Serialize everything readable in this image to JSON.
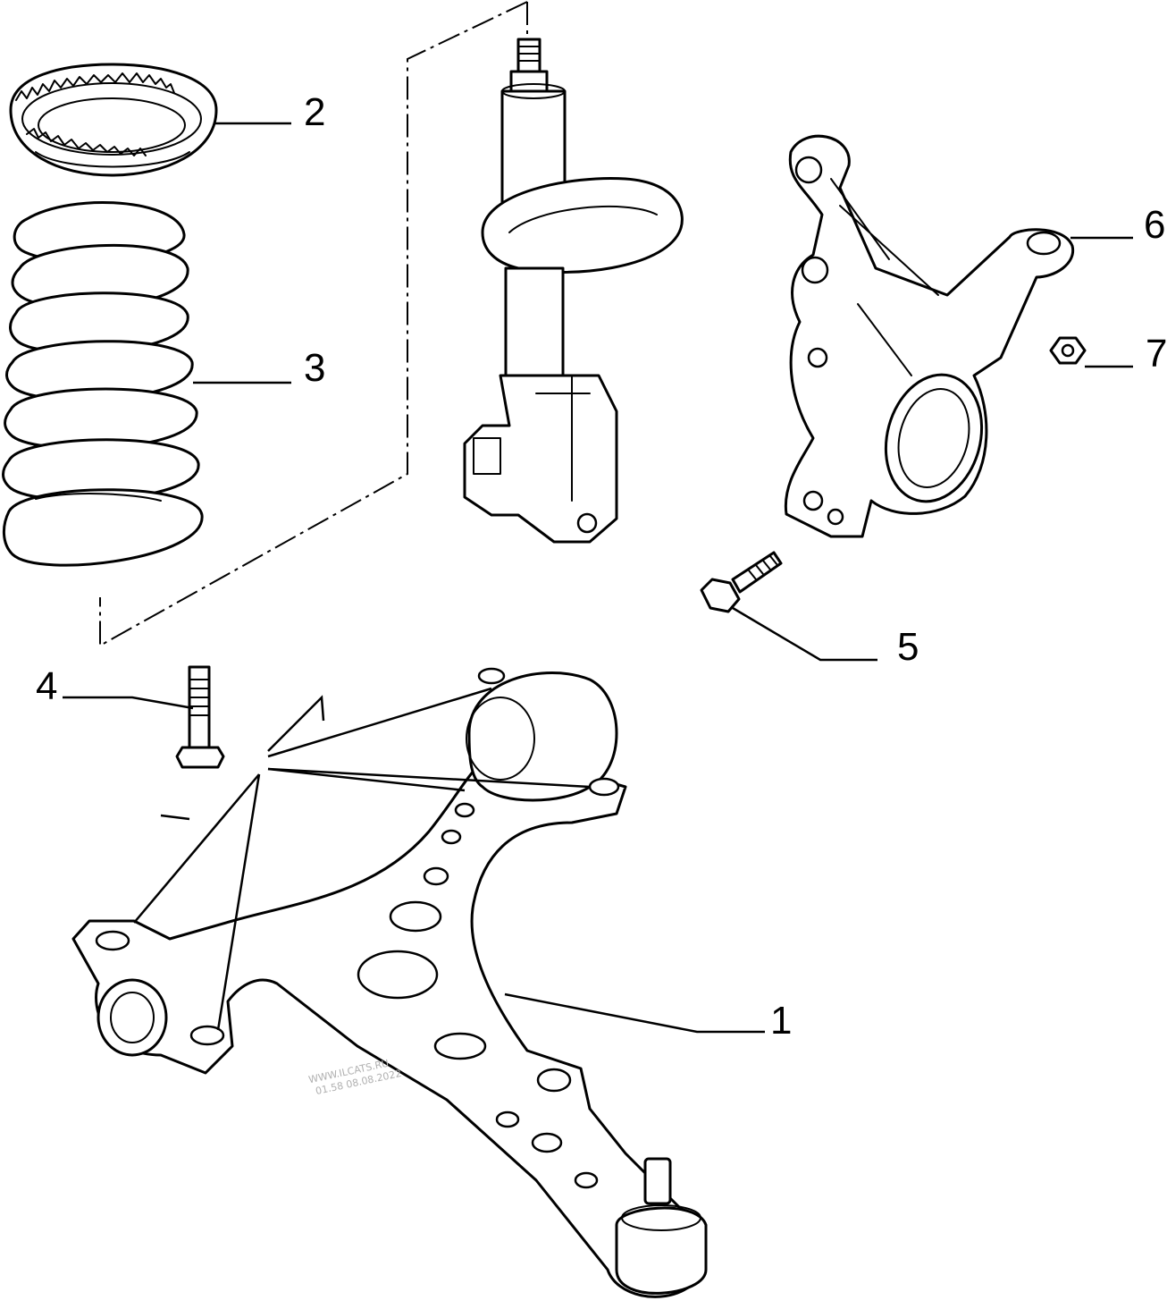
{
  "callouts": [
    {
      "id": "1",
      "label": "1"
    },
    {
      "id": "2",
      "label": "2"
    },
    {
      "id": "3",
      "label": "3"
    },
    {
      "id": "4",
      "label": "4"
    },
    {
      "id": "5",
      "label": "5"
    },
    {
      "id": "6",
      "label": "6"
    },
    {
      "id": "7",
      "label": "7"
    }
  ],
  "watermark": {
    "line1": "WWW.ILCATS.RU",
    "line2": "01.58 08.08.2022"
  }
}
